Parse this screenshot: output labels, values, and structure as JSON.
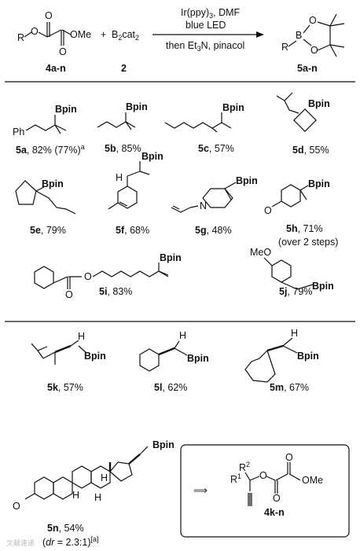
{
  "scheme": {
    "reactant1_substituent": "R",
    "reactant1_ester": "OMe",
    "reactant1_label": "4a-n",
    "plus": "+",
    "reagent2": "B",
    "reagent2_sub": "2",
    "reagent2_cat": "cat",
    "reagent2_sub2": "2",
    "reagent2_label": "2",
    "cond_line1_a": "Ir(ppy)",
    "cond_line1_sub": "3",
    "cond_line1_b": ", DMF",
    "cond_line2": "blue LED",
    "cond_line3_a": "then Et",
    "cond_line3_sub": "3",
    "cond_line3_b": "N, pinacol",
    "product_label": "5a-n",
    "product_R": "R",
    "product_B": "B",
    "product_O": "O"
  },
  "labels": {
    "bpin": "Bpin",
    "ph": "Ph",
    "meo": "MeO",
    "n": "N",
    "o": "O",
    "h": "H",
    "r1": "R",
    "r1_sup": "1",
    "r2": "R",
    "r2_sup": "2",
    "ome": "OMe",
    "arrow": "⟹"
  },
  "compounds": {
    "c5a": {
      "id": "5a",
      "text": ", 82% (77%)",
      "sup": "a"
    },
    "c5b": {
      "id": "5b",
      "text": ", 85%"
    },
    "c5c": {
      "id": "5c",
      "text": ", 57%"
    },
    "c5d": {
      "id": "5d",
      "text": ", 55%"
    },
    "c5e": {
      "id": "5e",
      "text": ", 79%"
    },
    "c5f": {
      "id": "5f",
      "text": ", 68%"
    },
    "c5g": {
      "id": "5g",
      "text": ", 48%"
    },
    "c5h": {
      "id": "5h",
      "text": ", 71%",
      "note": "(over 2 steps)"
    },
    "c5i": {
      "id": "5i",
      "text": ", 83%"
    },
    "c5j": {
      "id": "5j",
      "text": ", 79%"
    },
    "c5k": {
      "id": "5k",
      "text": ", 57%"
    },
    "c5l": {
      "id": "5l",
      "text": ", 62%"
    },
    "c5m": {
      "id": "5m",
      "text": ", 67%"
    },
    "c5n": {
      "id": "5n",
      "text": ", 54%",
      "dr_a": "(",
      "dr_b": "dr",
      "dr_c": " = 2.3:1)",
      "dr_sup": "[a]"
    }
  },
  "box": {
    "label": "4k-n"
  },
  "watermark": "文献速递"
}
